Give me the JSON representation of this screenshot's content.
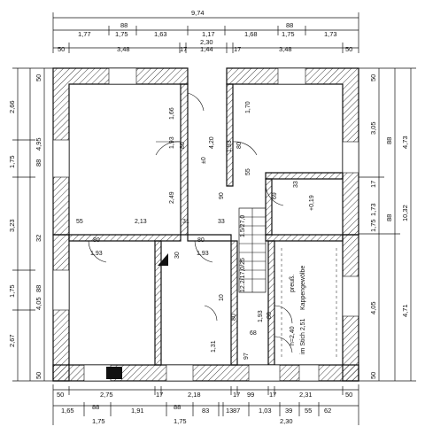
{
  "total_width": "9,74",
  "top_row1": [
    "1,77",
    "88",
    "1,63",
    "1,17",
    "1,68",
    "88",
    "1,73"
  ],
  "top_row1_sub": [
    "1,75",
    "1,75"
  ],
  "top_row2": [
    "50",
    "3,48",
    "17",
    "2,30",
    "1,44",
    "17",
    "3,48",
    "50"
  ],
  "bottom_row1": [
    "50",
    "2,75",
    "17",
    "2,18",
    "17",
    "99",
    "17",
    "2,31",
    "50"
  ],
  "bottom_row2": [
    "1,65",
    "88",
    "1,91",
    "88",
    "83",
    "13",
    "87",
    "1,03",
    "39",
    "55",
    "62"
  ],
  "bottom_row2_sub": [
    "1,75",
    "1,75",
    "2,30"
  ],
  "left_dims_outer": [
    "2,66",
    "1,75",
    "3,23",
    "1,75",
    "2,67"
  ],
  "left_dims_inner": [
    "50",
    "4,95",
    "88",
    "32",
    "4,05",
    "88",
    "50"
  ],
  "right_dims_inner": [
    "50",
    "3,05",
    "17",
    "1,73",
    "1,75",
    "4,05",
    "50"
  ],
  "right_dims_outer": [
    "4,73",
    "10,32",
    "4,71"
  ],
  "right_dims_mid": [
    "88",
    "88"
  ],
  "room_labels": {
    "r1_w": "1,66",
    "r1_d": "80",
    "r1_d2": "1,93",
    "r2_w": "1,70",
    "r2_d": "1,93",
    "r2_d2": "80",
    "hall": "4,20",
    "level_0": "±0",
    "level_019": "+0,19",
    "w213": "2,13",
    "w55": "55",
    "w31": "31",
    "w33": "33",
    "w80a": "80",
    "w80b": "80",
    "w193a": "1,93",
    "w193b": "1,93",
    "w30": "30",
    "w55b": "55",
    "w90": "90",
    "w69": "69",
    "w33b": "33",
    "stair_top": "1.5/27,0",
    "stair_bot": "12.2/17,0/25",
    "w249": "2,49",
    "w10": "10",
    "w80c": "80",
    "w80d": "80",
    "w193c": "1,93",
    "w68": "68",
    "w97": "97",
    "w131": "1,31",
    "note1": "preuß.",
    "note2": "Kappengewölbe",
    "note3": "h=2,40",
    "note4": "im Stich 2,51"
  }
}
